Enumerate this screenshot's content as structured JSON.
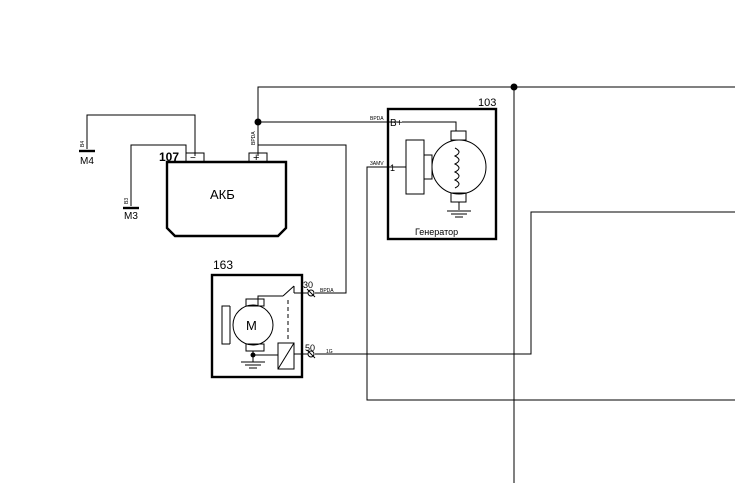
{
  "battery": {
    "id": "107",
    "label": "АКБ",
    "minus": "−",
    "plus": "+",
    "wire_label": "BPDA"
  },
  "grounds": {
    "m4": {
      "label": "M4",
      "wire": "B4"
    },
    "m3": {
      "label": "M3",
      "wire": "B3"
    }
  },
  "generator": {
    "id": "103",
    "label": "Генератор",
    "terminal_bplus": "B+",
    "terminal_1": "1",
    "wire_bplus": "BPDA",
    "wire_1": "3AMV"
  },
  "starter": {
    "id": "163",
    "motor": "M",
    "terminal_30": "30",
    "terminal_50": "50",
    "wire_30": "BPDA",
    "wire_50": "1G"
  }
}
